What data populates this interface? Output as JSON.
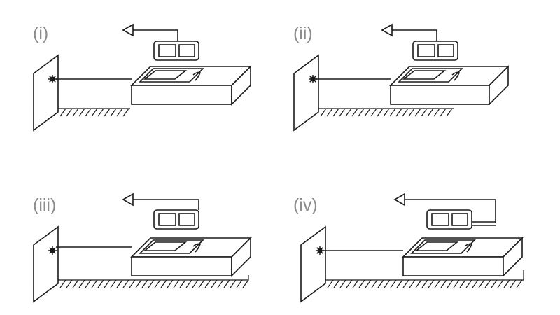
{
  "panels": [
    {
      "label": "(i)"
    },
    {
      "label": "(ii)"
    },
    {
      "label": "(iii)"
    },
    {
      "label": "(iv)"
    }
  ],
  "colors": {
    "line": "#1a1a1a",
    "label": "#8c8c8c",
    "background": "#ffffff"
  }
}
